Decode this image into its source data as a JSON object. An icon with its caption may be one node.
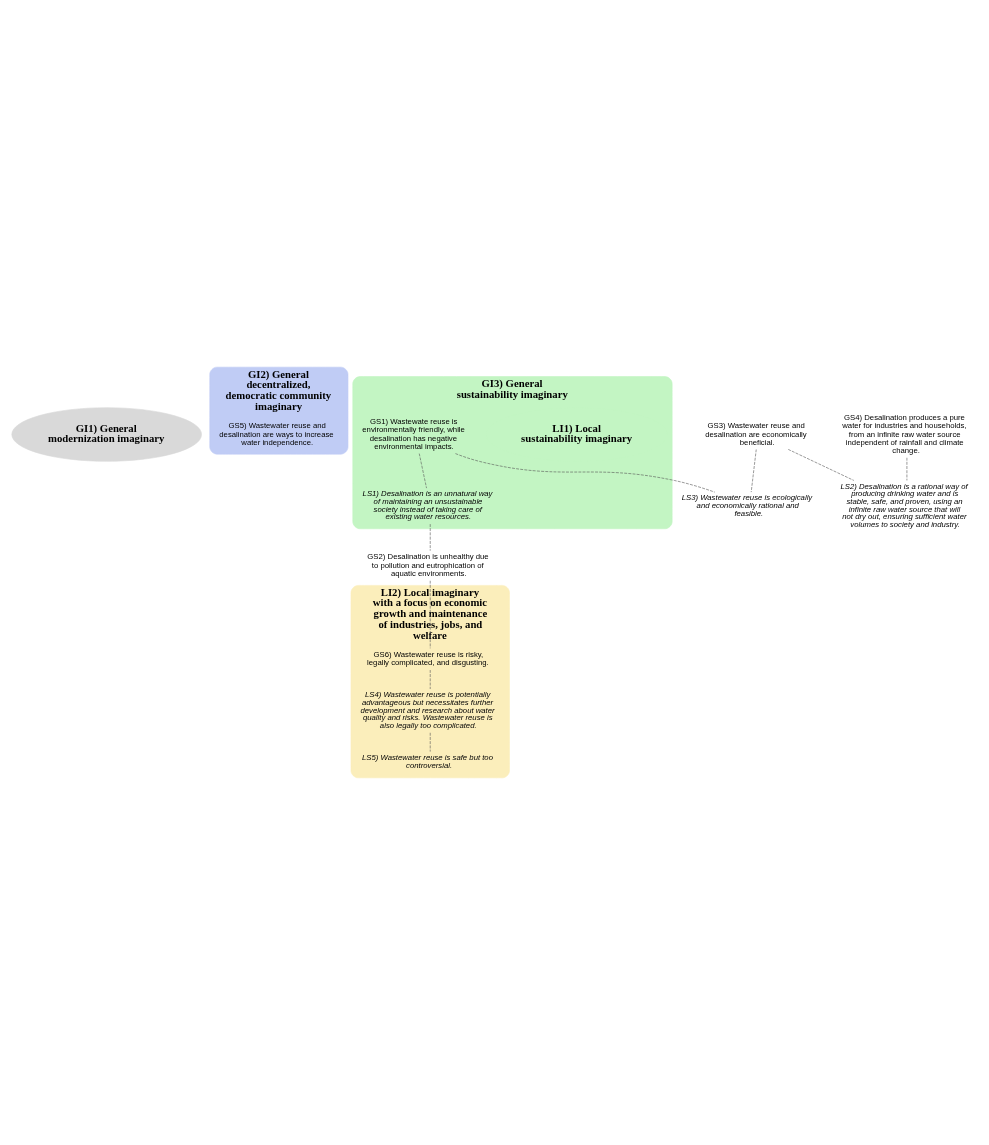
{
  "diagram": {
    "nodes": [
      {
        "text": [
          "GI1) General modernization imaginary"
        ]
      },
      {
        "text": [
          "GI2) General decentralized, democratic community imaginary"
        ]
      },
      {
        "text": [
          "GI3) General sustainability imaginary"
        ]
      },
      {
        "text": [
          "LI1) Local sustainability imaginary"
        ],
        "in": 2
      },
      {
        "text": [
          "LI2) Local imaginary with a focus on economic growth and maintenance of industries, jobs, and welfare"
        ]
      },
      {
        "text": [
          "GS3) Wastewater reuse and desalination are economically beneficial."
        ]
      },
      {
        "text": [
          "GS5) Wastewater reuse and desalination are ways to increase water independence."
        ],
        "in": 1
      },
      {
        "text": [
          "GS1) Wastewate reuse is environmentally friendly, while desalination has negative environmental impacts."
        ],
        "in": 2
      },
      {
        "text": [
          "LS3) Wastewater reuse is ecologically and economically rational and feasible."
        ]
      },
      {
        "text": [
          "LS1) Desalination is an unnatural way of maintaining an unsustainable society instead of taking care of existing water resources."
        ],
        "in": 2
      },
      {
        "text": [
          "GS4) Desalination produces a pure water for industries and households, from an infinite raw water source independent of rainfall and climate change."
        ]
      },
      {
        "text": [
          "GS2) Desalination is unhealthy due to pollution and eutrophication of aquatic environments."
        ]
      },
      {
        "text": [
          "LS2) Desalination is a rational way of producing drinking water and is stable, safe, and proven, using an infinite raw water source that will not dry out, ensuring sufficient water volumes to society and industry."
        ]
      },
      {
        "text": [
          "GS6) Wastewater reuse is risky, legally complicated, and disgusting."
        ],
        "in": 4
      },
      {
        "text": [
          "LS4) Wastewater reuse is potentially advantageous but necessitates further development and research about water quality and risks. Wastewater reuse is also legally too complicated."
        ],
        "in": 4
      },
      {
        "text": [
          "LS5) Wastewater reuse is safe but too controversial."
        ],
        "in": 4
      }
    ],
    "edges": [
      {
        "from": 5,
        "to": 8,
        "arrow": "none",
        "style": "dashed"
      },
      {
        "from": 5,
        "to": 12,
        "arrow": "none",
        "style": "dashed"
      },
      {
        "from": 10,
        "to": 12,
        "arrow": "none",
        "style": "dashed"
      },
      {
        "from": 7,
        "to": 8,
        "arrow": "none",
        "style": "dashed"
      },
      {
        "from": 7,
        "to": 9,
        "arrow": "none",
        "style": "dashed"
      },
      {
        "from": 9,
        "to": 11,
        "arrow": "none",
        "style": "dashed"
      },
      {
        "from": 11,
        "to": 13,
        "arrow": "none",
        "style": "dashed"
      },
      {
        "from": 13,
        "to": 14,
        "arrow": "none",
        "style": "dashed"
      },
      {
        "from": 14,
        "to": 15,
        "arrow": "none",
        "style": "dashed"
      }
    ]
  }
}
